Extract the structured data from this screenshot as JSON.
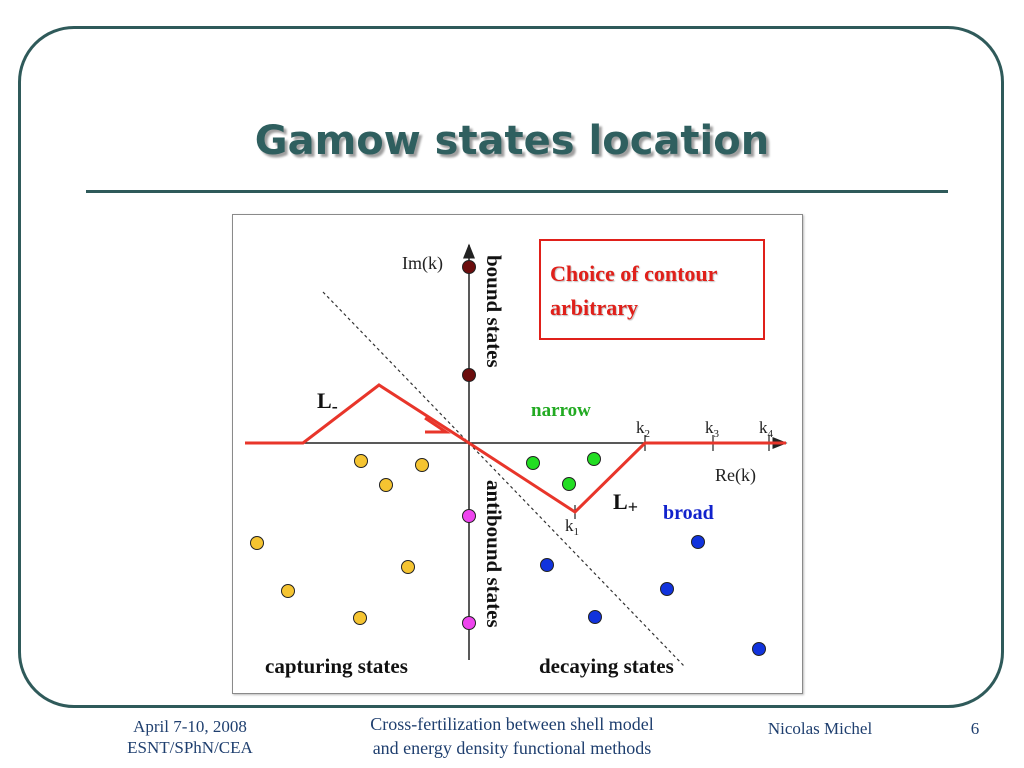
{
  "slide": {
    "title": "Gamow states location"
  },
  "figure": {
    "axis": {
      "im_label": "Im(k)",
      "re_label": "Re(k)"
    },
    "region_labels": {
      "bound": "bound states",
      "antibound": "antibound states",
      "capturing": "capturing states",
      "decaying": "decaying states",
      "narrow": "narrow",
      "broad": "broad"
    },
    "contour_labels": {
      "l_minus": "L",
      "l_minus_sub": "-",
      "l_plus": "L",
      "l_plus_sub": "+"
    },
    "k_labels": {
      "k1": "k",
      "k1_sub": "1",
      "k2": "k",
      "k2_sub": "2",
      "k3": "k",
      "k3_sub": "3",
      "k4": "k",
      "k4_sub": "4"
    },
    "callout": {
      "line1": "Choice of contour",
      "line2": "arbitrary"
    },
    "colors": {
      "contour": "#e8352a",
      "bound": "#6b0d0d",
      "antibound": "#ee44ee",
      "capturing": "#f5c431",
      "narrow": "#22dd22",
      "broad": "#1133dd",
      "narrow_text": "#22aa22",
      "broad_text": "#1122cc",
      "callout": "#e0201a",
      "frame": "#2f5a5a"
    }
  },
  "footer": {
    "date": "April 7-10, 2008",
    "org": "ESNT/SPhN/CEA",
    "talk_line1": "Cross-fertilization between shell model",
    "talk_line2": "and energy density functional methods",
    "author": "Nicolas Michel",
    "page": "6"
  }
}
